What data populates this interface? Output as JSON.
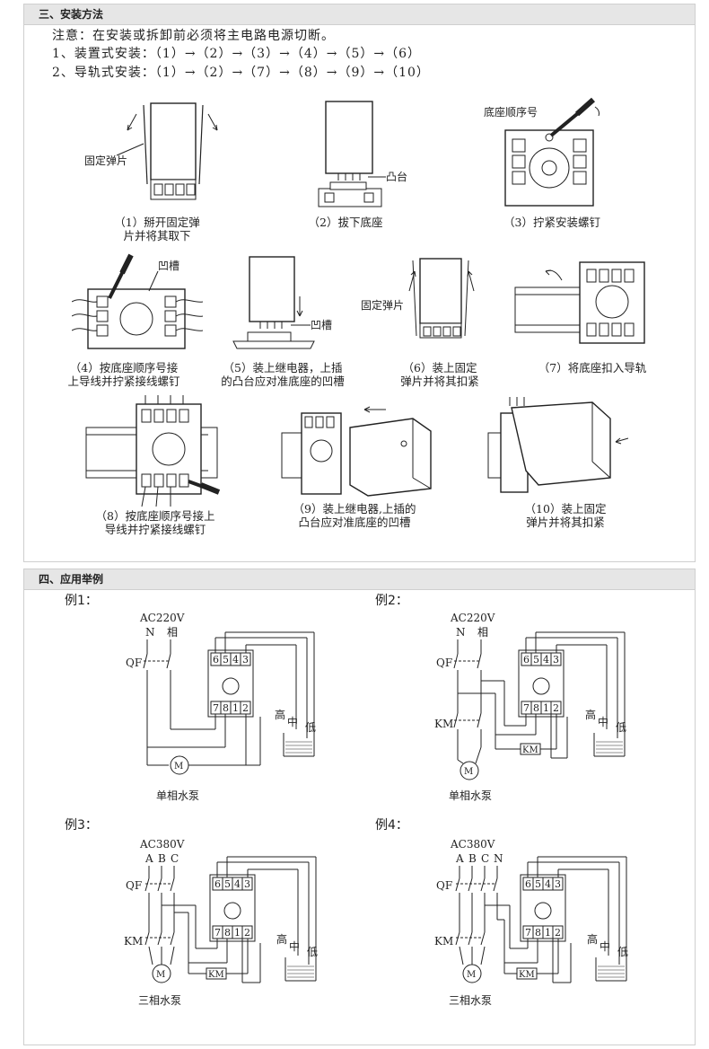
{
  "section3": {
    "title": "三、安装方法",
    "note": "注意：在安装或拆卸前必须将主电路电源切断。",
    "line1": "1、装置式安装：（1）→（2）→（3）→（4）→（5）→（6）",
    "line2": "2、导轨式安装：（1）→（2）→（7）→（8）→（9）→（10）",
    "steps": [
      {
        "caption_a": "（1）掰开固定弹",
        "caption_b": "片并将其取下",
        "label": "固定弹片"
      },
      {
        "caption_a": "（2）拔下底座",
        "caption_b": "",
        "label": "凸台"
      },
      {
        "caption_a": "（3）拧紧安装螺钉",
        "caption_b": "",
        "label": "底座顺序号"
      },
      {
        "caption_a": "（4）按底座顺序号接",
        "caption_b": "上导线并拧紧接线螺钉",
        "label": "凹槽"
      },
      {
        "caption_a": "（5）装上继电器，上插",
        "caption_b": "的凸台应对准底座的凹槽",
        "label": "凹槽"
      },
      {
        "caption_a": "（6）装上固定",
        "caption_b": "弹片并将其扣紧",
        "label": "固定弹片"
      },
      {
        "caption_a": "（7）将底座扣入导轨",
        "caption_b": ""
      },
      {
        "caption_a": "（8）按底座顺序号接上",
        "caption_b": "导线并拧紧接线螺钉"
      },
      {
        "caption_a": "（9）装上继电器,上插的",
        "caption_b": "凸台应对准底座的凹槽"
      },
      {
        "caption_a": "（10）装上固定",
        "caption_b": "弹片并将其扣紧"
      }
    ]
  },
  "section4": {
    "title": "四、应用举例",
    "examples": [
      {
        "label": "例1：",
        "supply": "AC220V",
        "phases": [
          "N",
          "相"
        ],
        "qf": "QF",
        "km": "",
        "pump": "单相水泵",
        "levels": [
          "高",
          "中",
          "低"
        ]
      },
      {
        "label": "例2：",
        "supply": "AC220V",
        "phases": [
          "N",
          "相"
        ],
        "qf": "QF",
        "km": "KM",
        "pump": "单相水泵",
        "levels": [
          "高",
          "中",
          "低"
        ]
      },
      {
        "label": "例3：",
        "supply": "AC380V",
        "phases": [
          "A",
          "B",
          "C"
        ],
        "qf": "QF",
        "km": "KM",
        "pump": "三相水泵",
        "levels": [
          "高",
          "中",
          "低"
        ]
      },
      {
        "label": "例4：",
        "supply": "AC380V",
        "phases": [
          "A",
          "B",
          "C",
          "N"
        ],
        "qf": "QF",
        "km": "KM",
        "pump": "三相水泵",
        "levels": [
          "高",
          "中",
          "低"
        ]
      }
    ],
    "relay_top": [
      "6",
      "5",
      "4",
      "3"
    ],
    "relay_bottom": [
      "7",
      "8",
      "1",
      "2"
    ],
    "coil": "KM",
    "motor": "M"
  }
}
